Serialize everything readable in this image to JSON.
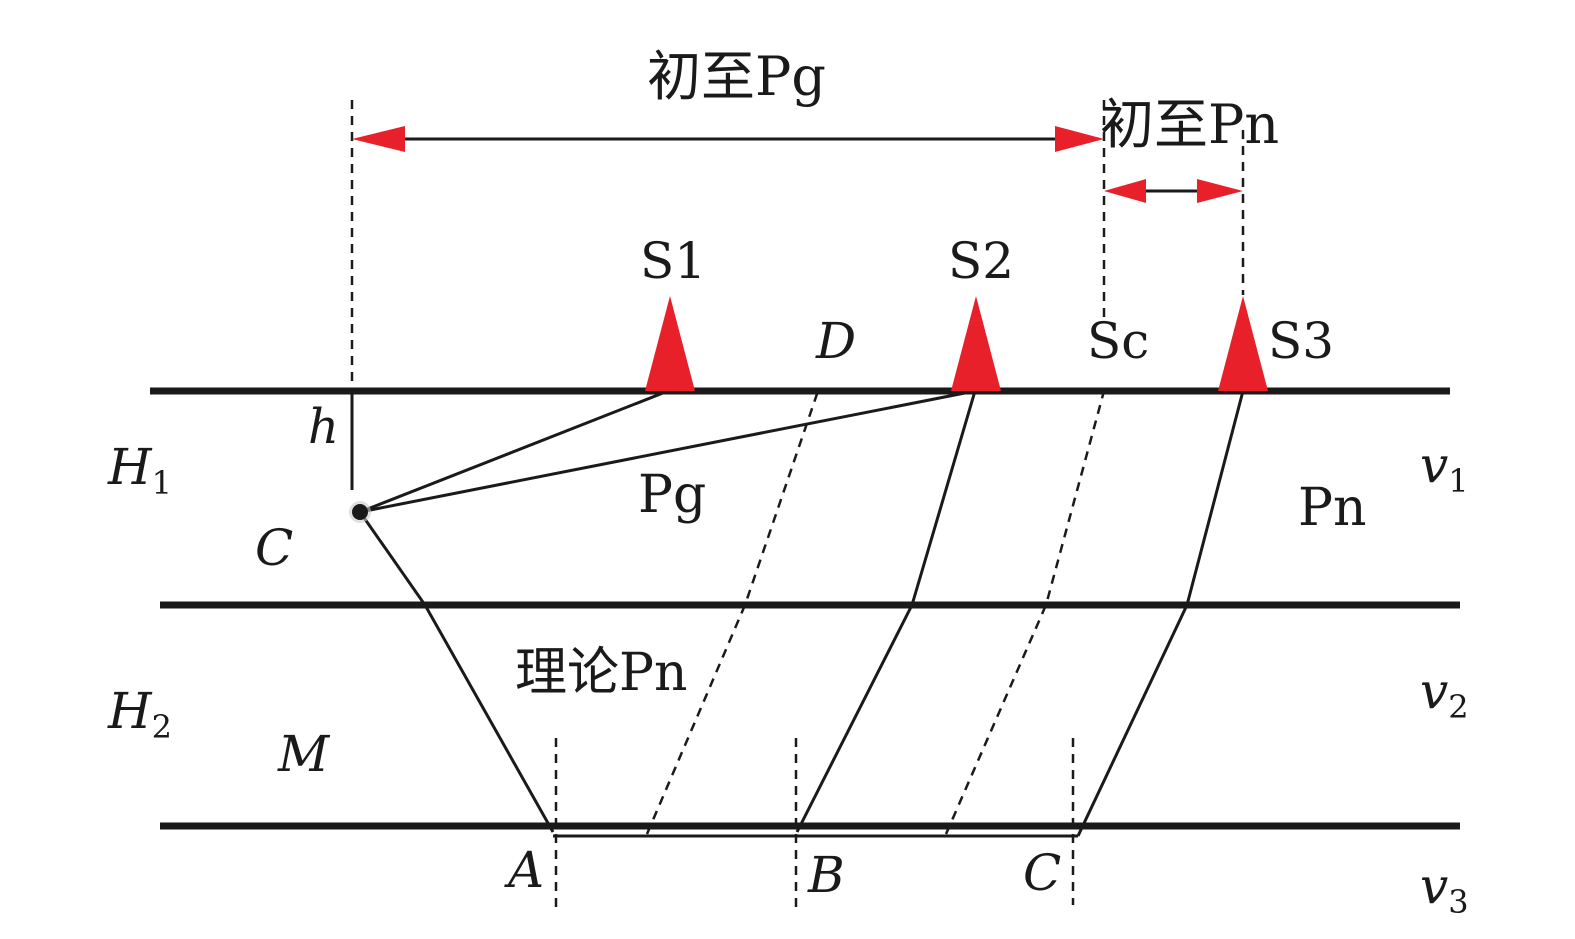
{
  "labels": {
    "pg_first": "初至Pg",
    "pn_first": "初至Pn",
    "s1": "S1",
    "s2": "S2",
    "s3": "S3",
    "sc": "Sc",
    "d": "D",
    "h": "h",
    "h1": "H",
    "h1_sub": "1",
    "h2": "H",
    "h2_sub": "2",
    "c_source": "C",
    "m": "M",
    "pg": "Pg",
    "pn": "Pn",
    "theory_pn": "理论Pn",
    "v1": "v",
    "v1_sub": "1",
    "v2": "v",
    "v2_sub": "2",
    "v3": "v",
    "v3_sub": "3",
    "a": "A",
    "b": "B",
    "c_bottom": "C"
  },
  "colors": {
    "station": "#e8202a",
    "arrow": "#e8202a",
    "line": "#1a1a1a"
  },
  "icons": {
    "station": "triangle-marker",
    "source": "dot-marker",
    "arrowhead": "triangle-arrowhead"
  }
}
